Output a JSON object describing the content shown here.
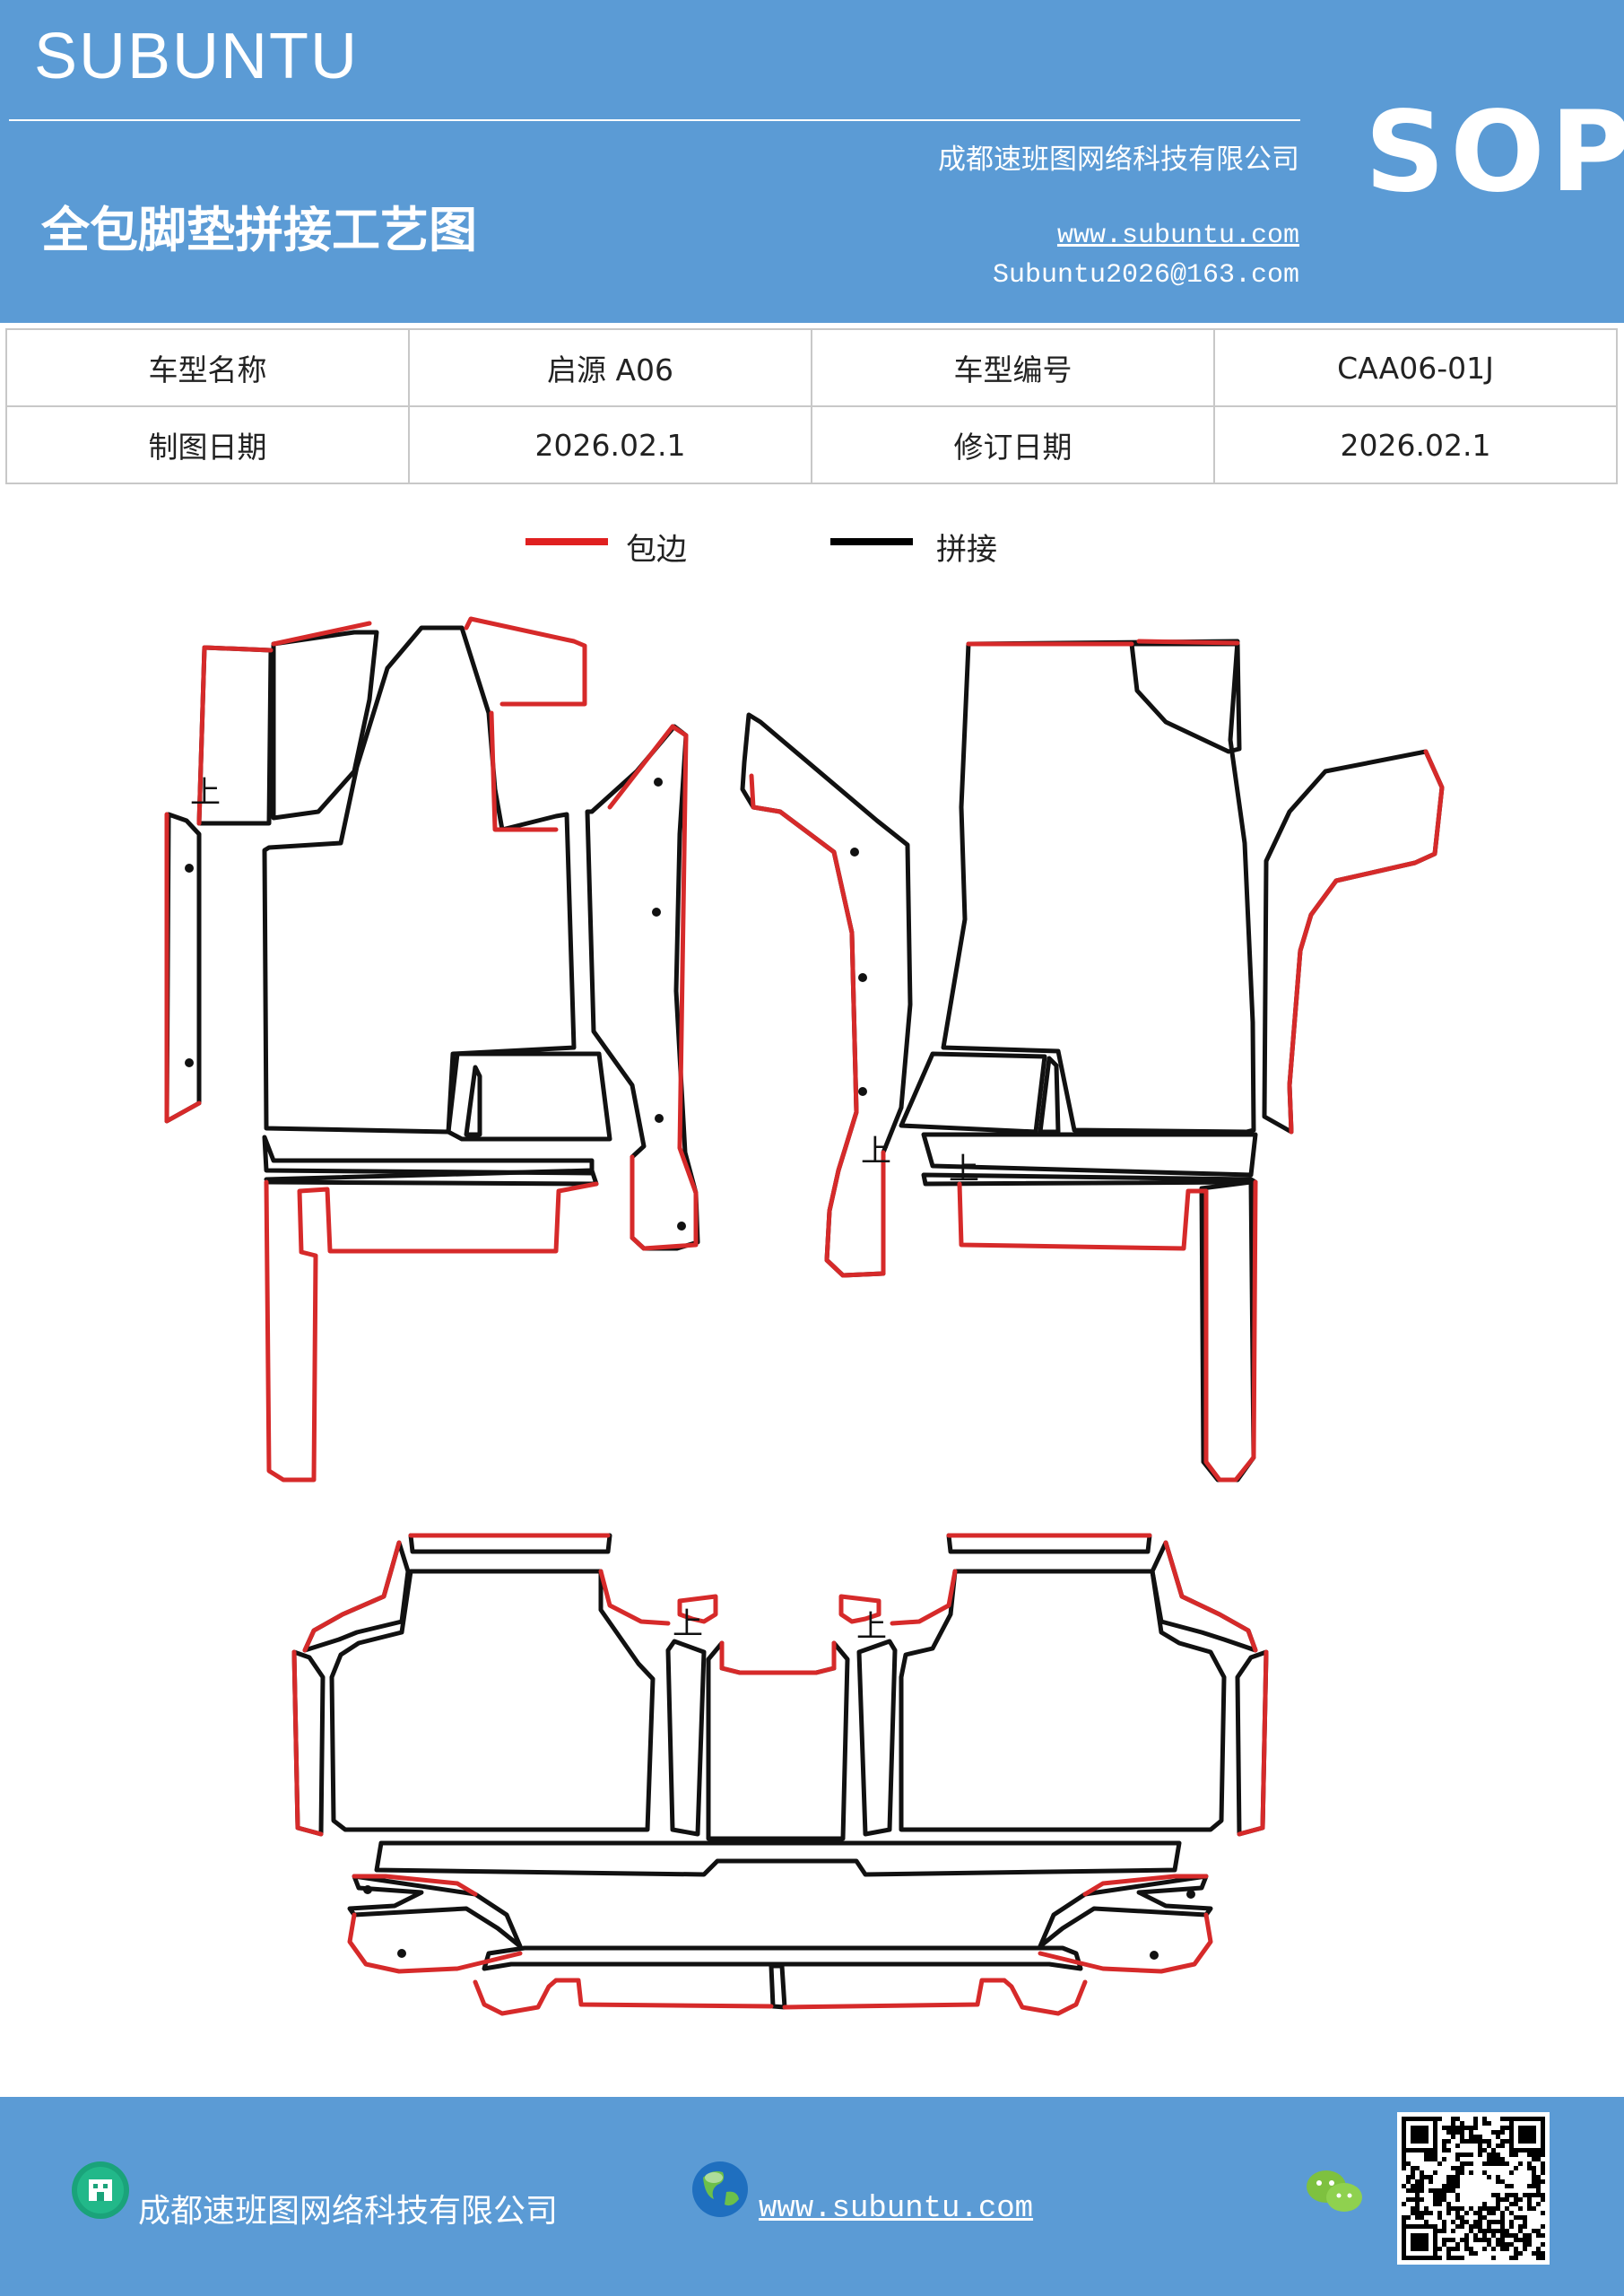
{
  "header": {
    "brand": "SUBUNTU",
    "title": "全包脚垫拼接工艺图",
    "company": "成都速班图网络科技有限公司",
    "website": "www.subuntu.com",
    "email": "Subuntu2026@163.com",
    "badge": "SOP"
  },
  "info_table": {
    "row1": {
      "label1": "车型名称",
      "value1": "启源 A06",
      "label2": "车型编号",
      "value2": "CAA06-01J"
    },
    "row2": {
      "label1": "制图日期",
      "value1": "2026.02.1",
      "label2": "修订日期",
      "value2": "2026.02.1"
    }
  },
  "legend": [
    {
      "label": "包边",
      "color": "#e02020"
    },
    {
      "label": "拼接",
      "color": "#000000"
    }
  ],
  "diagram": {
    "edge_color": "#d62a2a",
    "seam_color": "#111111",
    "marker": "上"
  },
  "footer": {
    "company": "成都速班图网络科技有限公司",
    "website": "www.subuntu.com",
    "company_icon": "building-icon",
    "web_icon": "globe-icon",
    "wechat_icon": "wechat-icon"
  }
}
